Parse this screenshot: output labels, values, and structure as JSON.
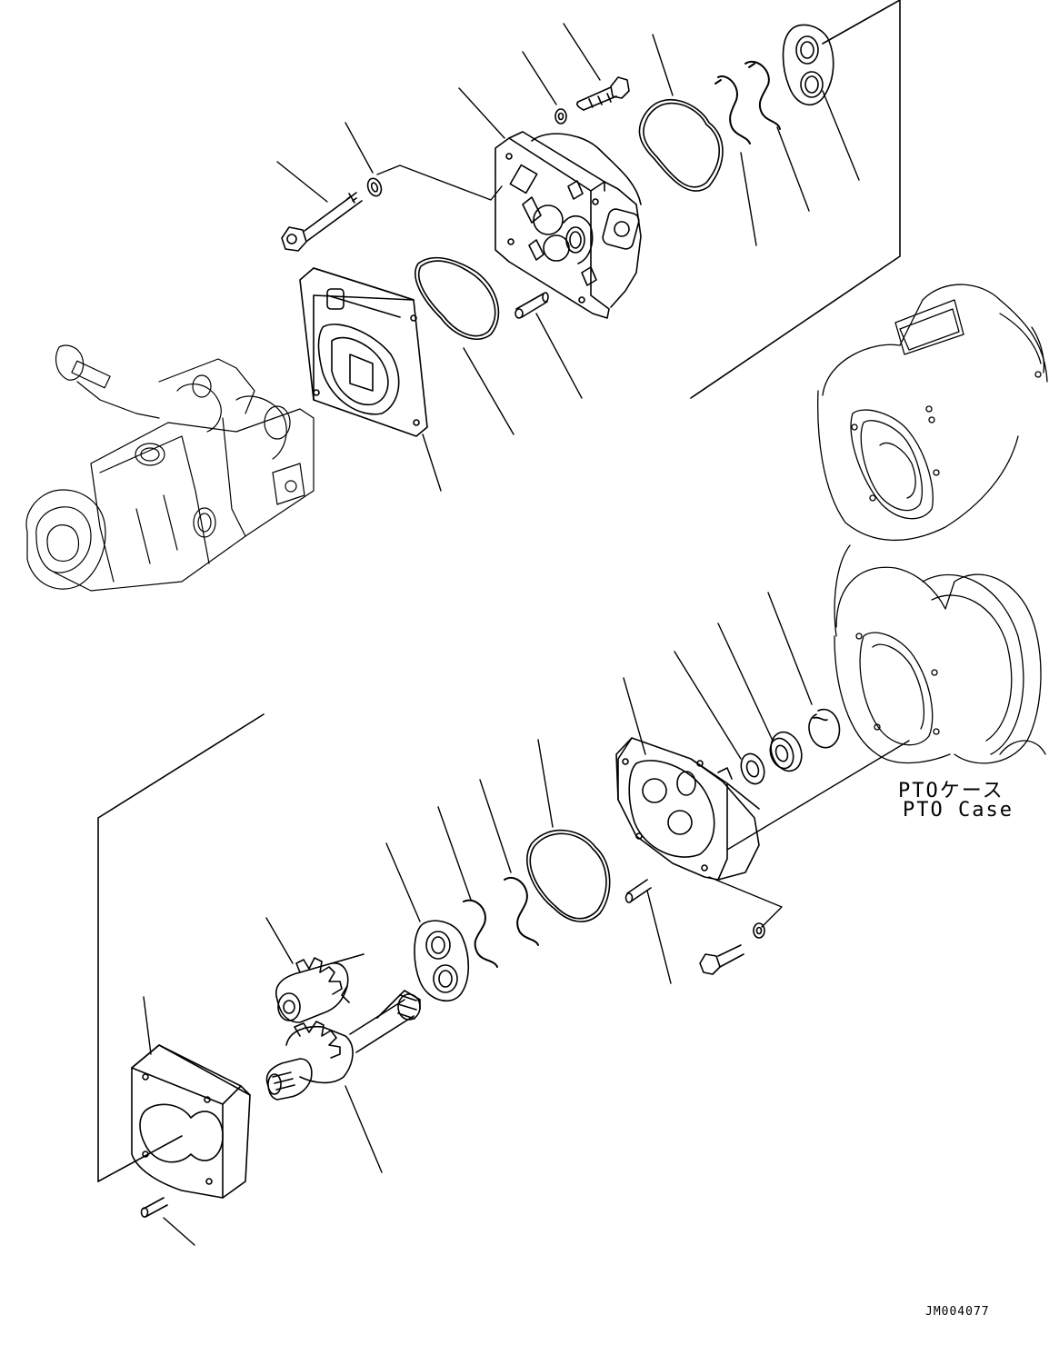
{
  "labels": {
    "case_jp": "PTOケース",
    "case_en": "PTO Case",
    "reference": "JM004077"
  },
  "colors": {
    "ink": "#000000",
    "paper": "#ffffff"
  }
}
